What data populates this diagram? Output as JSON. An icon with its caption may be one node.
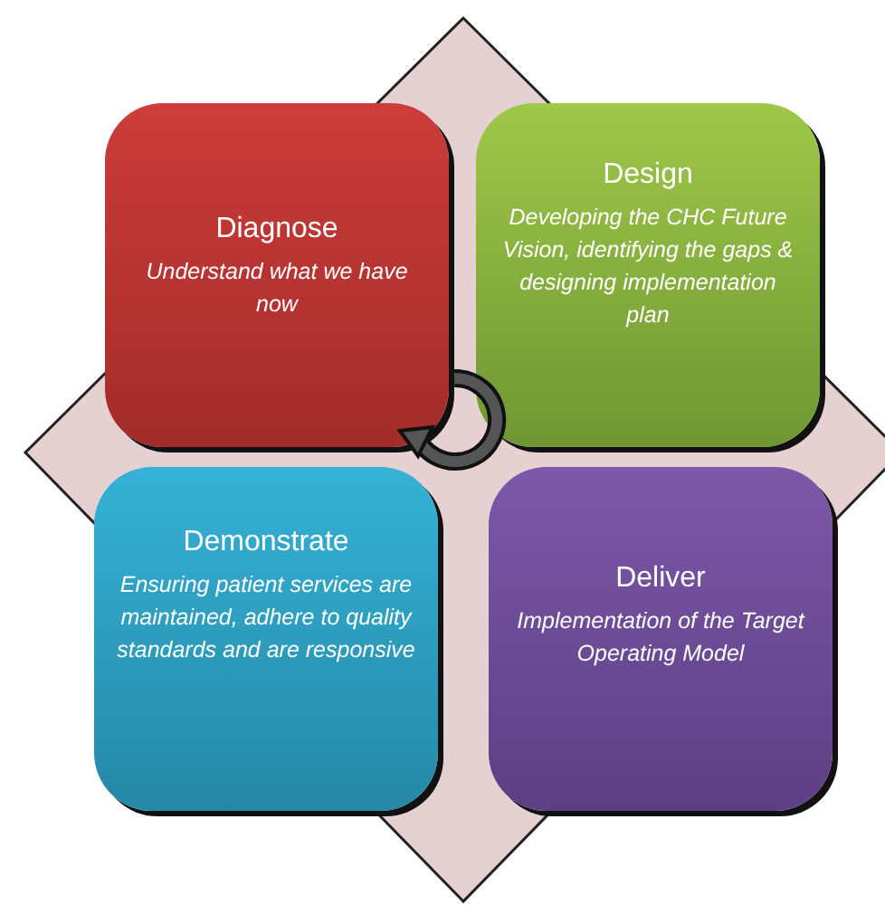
{
  "diagram": {
    "nodes": [
      {
        "text": [
          "Diagnose",
          "Understand what we have now"
        ]
      },
      {
        "text": [
          "Design",
          "Developing the CHC Future Vision, identifying the gaps & designing implementation plan"
        ]
      },
      {
        "text": [
          "Demonstrate",
          "Ensuring patient services are maintained, adhere to quality standards and are responsive"
        ]
      },
      {
        "text": [
          "Deliver",
          "Implementation of the Target Operating Model"
        ]
      }
    ]
  }
}
